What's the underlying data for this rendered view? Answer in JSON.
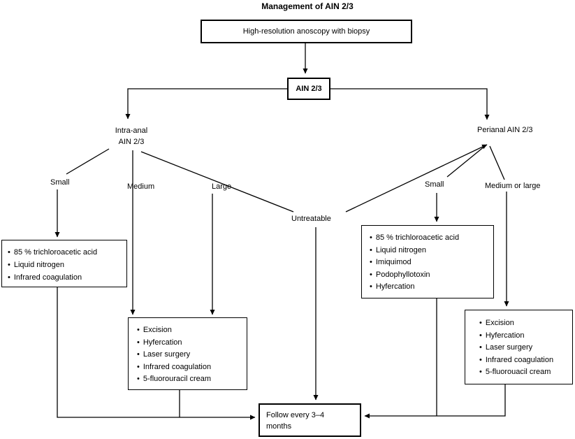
{
  "title": "Management of AIN 2/3",
  "glyphs": {
    "bullet": "•"
  },
  "colors": {
    "line": "#000000",
    "background": "#ffffff",
    "text": "#000000"
  },
  "nodes": {
    "hra": {
      "label": "High-resolution anoscopy with biopsy"
    },
    "ain": {
      "label": "AIN 2/3"
    },
    "intra_anal": {
      "line1": "Intra-anal",
      "line2": "AIN 2/3"
    },
    "perianal": {
      "label": "Perianal AIN 2/3"
    },
    "untreatable": {
      "label": "Untreatable"
    },
    "follow": {
      "line1": "Follow every 3–4",
      "line2": "months"
    }
  },
  "branch_labels": {
    "intra_small": "Small",
    "intra_medium": "Medium",
    "intra_large": "Large",
    "peri_small": "Small",
    "peri_medium_large": "Medium or large"
  },
  "treatment_boxes": {
    "intra_small": {
      "items": [
        "85 % trichloroacetic acid",
        "Liquid nitrogen",
        "Infrared coagulation"
      ]
    },
    "intra_medium_large": {
      "items": [
        "Excision",
        "Hyfercation",
        "Laser surgery",
        "Infrared coagulation",
        "5-fluorouracil cream"
      ]
    },
    "peri_small": {
      "items": [
        "85 % trichloroacetic acid",
        "Liquid nitrogen",
        "Imiquimod",
        "Podophyllotoxin",
        "Hyfercation"
      ]
    },
    "peri_medium_large": {
      "items": [
        "Excision",
        "Hyfercation",
        "Laser surgery",
        "Infrared coagulation",
        "5-fluorouacil cream"
      ]
    }
  }
}
